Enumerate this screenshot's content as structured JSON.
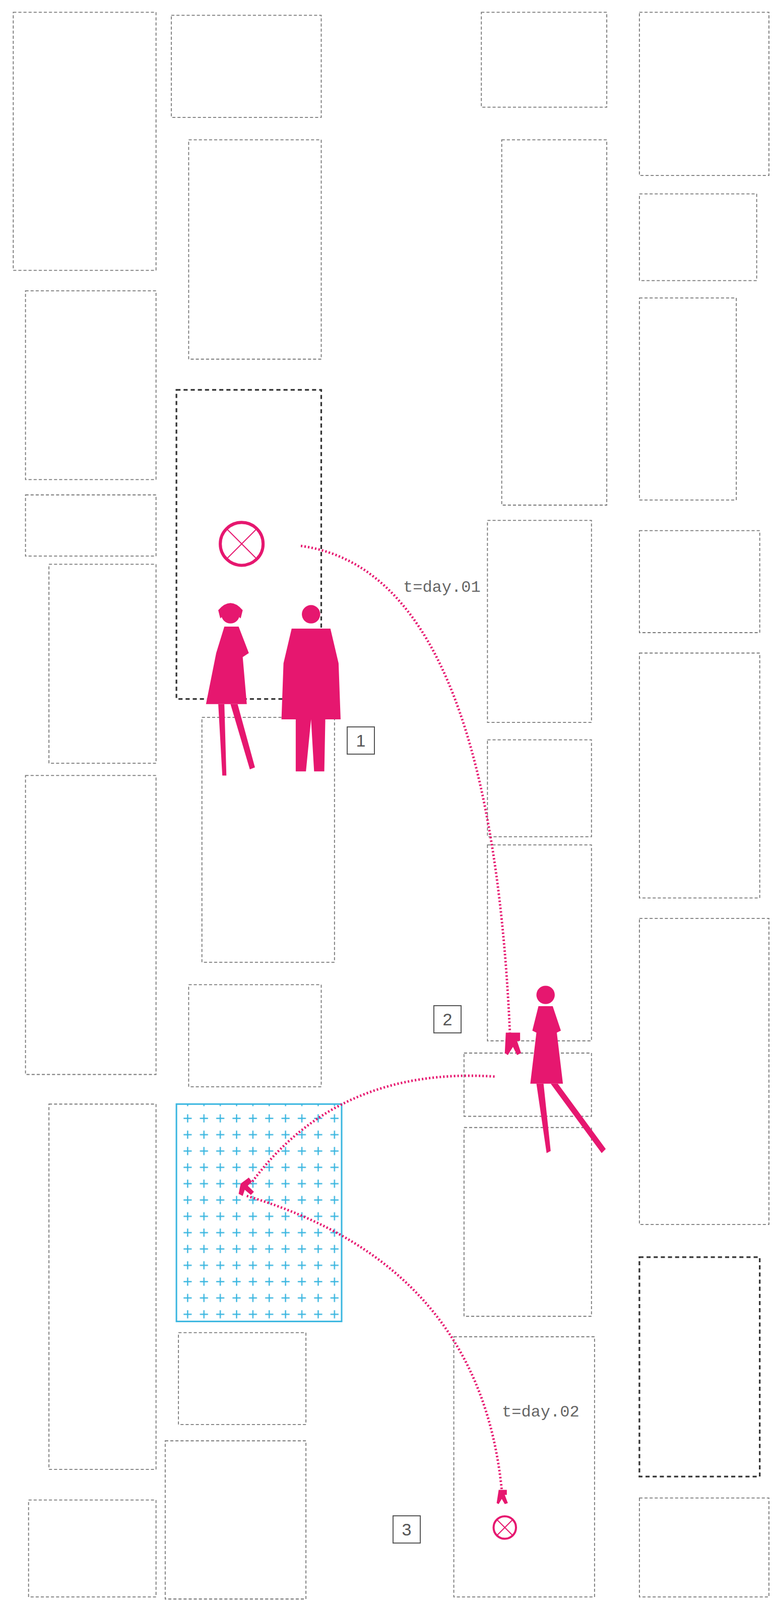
{
  "diagram": {
    "nodes": [
      {
        "text": [
          "1"
        ]
      },
      {
        "text": [
          "2"
        ]
      },
      {
        "text": [
          "3"
        ]
      }
    ],
    "labels": [
      "t=day.01",
      "t=day.02"
    ]
  }
}
